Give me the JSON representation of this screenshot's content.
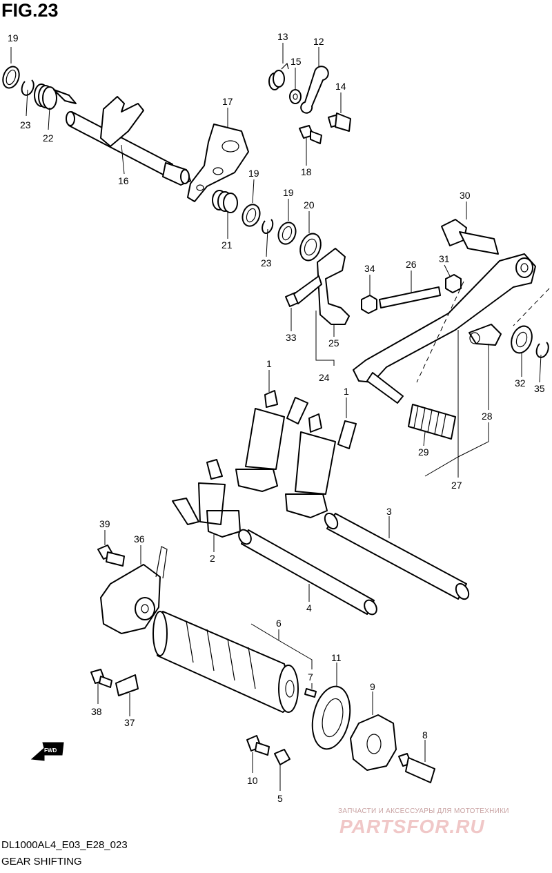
{
  "figure": {
    "title": "FIG.23",
    "code": "DL1000AL4_E03_E28_023",
    "name": "GEAR SHIFTING"
  },
  "watermark": {
    "caption": "ЗАПЧАСТИ И АКСЕССУАРЫ ДЛЯ МОТОТЕХНИКИ",
    "logo": "PARTSFOR.RU"
  },
  "fwd_arrow": "FWD",
  "callouts": [
    "19",
    "23",
    "22",
    "16",
    "13",
    "15",
    "12",
    "14",
    "18",
    "17",
    "21",
    "19",
    "23",
    "19",
    "20",
    "30",
    "34",
    "26",
    "31",
    "33",
    "25",
    "24",
    "32",
    "35",
    "1",
    "1",
    "28",
    "29",
    "27",
    "39",
    "36",
    "3",
    "2",
    "4",
    "6",
    "7",
    "11",
    "9",
    "8",
    "38",
    "37",
    "10",
    "5"
  ]
}
